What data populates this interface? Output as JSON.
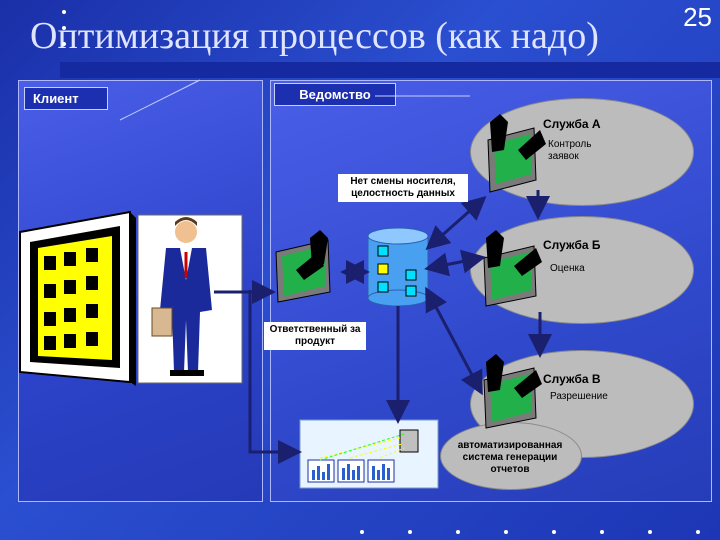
{
  "slide": {
    "title": "Оптимизация процессов (как надо)",
    "number": "25"
  },
  "labels": {
    "client": "Клиент",
    "agency": "Ведомство"
  },
  "services": [
    {
      "name": "Служба А",
      "sub": "Контроль заявок"
    },
    {
      "name": "Служба Б",
      "sub": "Оценка"
    },
    {
      "name": "Служба В",
      "sub": "Разрешение"
    }
  ],
  "notes": {
    "no_medium_change": "Нет смены носителя, целостность данных",
    "responsible": "Ответственный за продукт",
    "auto_system": "автоматизированная система генерации отчетов"
  },
  "colors": {
    "background": "#2a4fd0",
    "ellipse": "#bcbcbc",
    "arrow": "#1a1f6e",
    "monitor_screen": "#22b04a"
  }
}
